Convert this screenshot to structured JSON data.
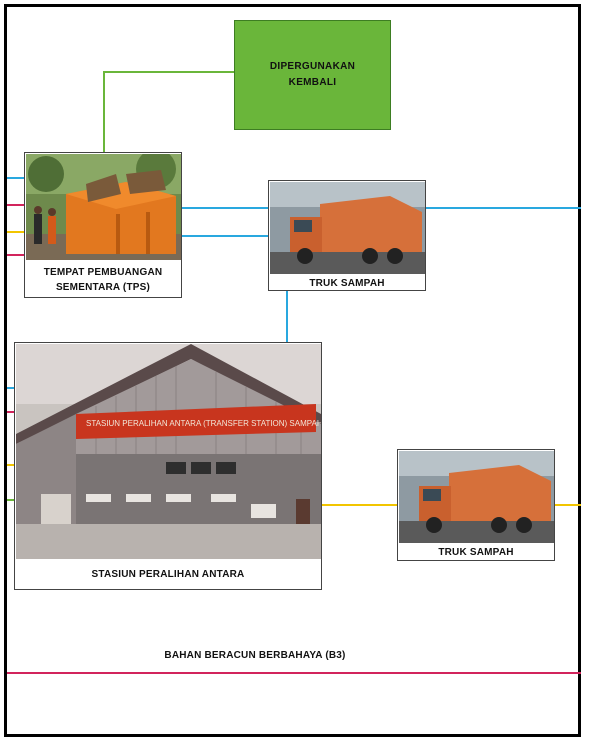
{
  "reuse_box": {
    "label": "DIPERGUNAKAN\nKEMBALI",
    "color": "#6ab63a"
  },
  "tps": {
    "label": "TEMPAT PEMBUANGAN\nSEMENTARA (TPS)",
    "image": "orange-waste-containers-photo"
  },
  "truck_top": {
    "label": "TRUK SAMPAH",
    "image": "garbage-truck-photo"
  },
  "transfer_station": {
    "label": "STASIUN PERALIHAN ANTARA",
    "image": "transfer-station-building-photo",
    "sign_text": "STASIUN PERALIHAN ANTARA (TRANSFER STATION) SAMPAH"
  },
  "truck_bottom": {
    "label": "TRUK SAMPAH",
    "image": "garbage-truck-photo"
  },
  "hazard_line": {
    "label": "BAHAN BERACUN BERBAHAYA (B3)",
    "color": "#d2245c"
  },
  "line_colors": {
    "blue": "#29a8df",
    "green": "#6ab63a",
    "yellow": "#f2c500",
    "red": "#d2245c"
  }
}
